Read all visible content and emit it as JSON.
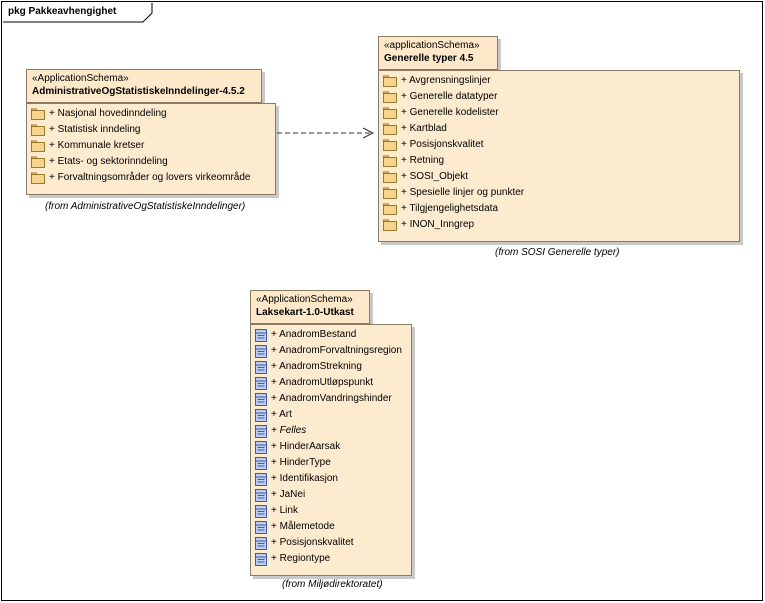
{
  "frame": {
    "title": "pkg Pakkeavhengighet"
  },
  "packages": {
    "admin": {
      "stereotype": "«ApplicationSchema»",
      "name": "AdministrativeOgStatistiskeInndelinger-4.5.2",
      "items": [
        "+ Nasjonal hovedinndeling",
        "+ Statistisk inndeling",
        "+ Kommunale kretser",
        "+ Etats- og sektorinndeling",
        "+ Forvaltningsområder og lovers virkeområde"
      ],
      "from": "(from AdministrativeOgStatistiskeInndelinger)"
    },
    "generelle": {
      "stereotype": "«applicationSchema»",
      "name": "Generelle typer 4.5",
      "items": [
        "+ Avgrensningslinjer",
        "+ Generelle datatyper",
        "+ Generelle kodelister",
        "+ Kartblad",
        "+ Posisjonskvalitet",
        "+ Retning",
        "+ SOSI_Objekt",
        "+ Spesielle linjer og punkter",
        "+ Tilgjengelighetsdata",
        "+ INON_Inngrep"
      ],
      "from": "(from SOSI Generelle typer)"
    },
    "lakse": {
      "stereotype": "«ApplicationSchema»",
      "name": "Laksekart-1.0-Utkast",
      "items": [
        {
          "label": "+ AnadromBestand",
          "italic": false
        },
        {
          "label": "+ AnadromForvaltningsregion",
          "italic": false
        },
        {
          "label": "+ AnadromStrekning",
          "italic": false
        },
        {
          "label": "+ AnadromUtløpspunkt",
          "italic": false
        },
        {
          "label": "+ AnadromVandringshinder",
          "italic": false
        },
        {
          "label": "+ Art",
          "italic": false
        },
        {
          "label": "+ Felles",
          "italic": true
        },
        {
          "label": "+ HinderAarsak",
          "italic": false
        },
        {
          "label": "+ HinderType",
          "italic": false
        },
        {
          "label": "+ Identifikasjon",
          "italic": false
        },
        {
          "label": "+ JaNei",
          "italic": false
        },
        {
          "label": "+ Link",
          "italic": false
        },
        {
          "label": "+ Målemetode",
          "italic": false
        },
        {
          "label": "+ Posisjonskvalitet",
          "italic": false
        },
        {
          "label": "+ Regiontype",
          "italic": false
        }
      ],
      "from": "(from Miljødirektoratet)"
    }
  },
  "icons": {
    "package_item": "folder-icon",
    "class_item": "class-icon"
  },
  "colors": {
    "package_fill": "#fdebd0",
    "package_border": "#8b7b63",
    "folder_fill": "#f5d58c",
    "class_fill": "#bcd0ee",
    "class_border": "#3b5ea8"
  }
}
